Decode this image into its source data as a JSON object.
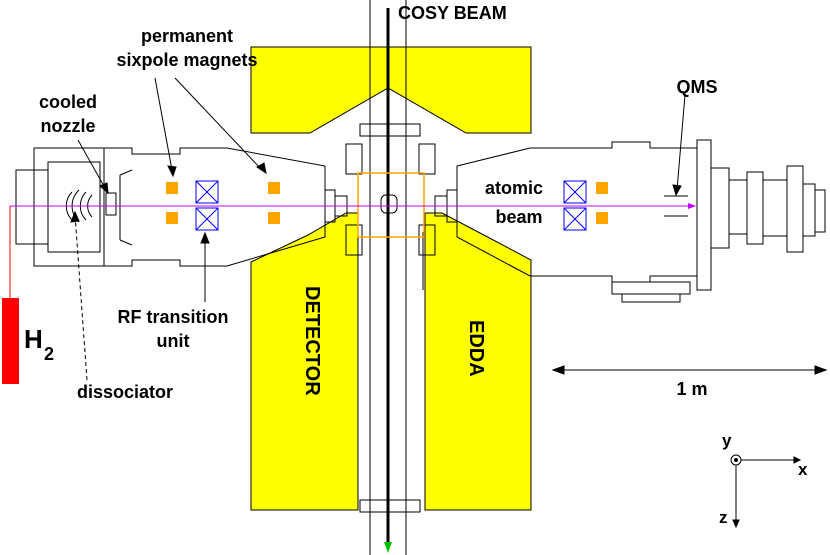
{
  "labels": {
    "cosy_beam": "COSY BEAM",
    "permanent": "permanent",
    "sixpole_magnets": "sixpole magnets",
    "cooled": "cooled",
    "nozzle": "nozzle",
    "qms": "QMS",
    "atomic": "atomic",
    "beam": "beam",
    "rf_transition": "RF transition",
    "unit": "unit",
    "h": "H",
    "h_sub": "2",
    "dissociator": "dissociator",
    "detector": "DETECTOR",
    "edda": "EDDA",
    "scale": "1 m",
    "axis_y": "y",
    "axis_x": "x",
    "axis_z": "z"
  },
  "colors": {
    "yellow_region": "#ffff00",
    "magnet": "#ffa500",
    "rf_coil": "#0000ff",
    "atomic_beam_line": "#c000ff",
    "h2_feed": "#ff0000",
    "cosy_beam_arrow": "#00c000",
    "interaction_box": "#ffa500"
  }
}
